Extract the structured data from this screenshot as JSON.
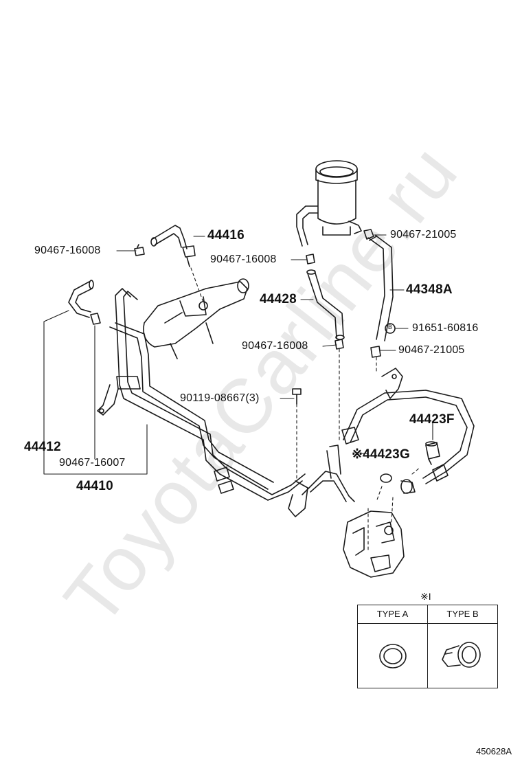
{
  "watermark": "ToyotaCarline.ru",
  "part_numbers": {
    "p44416": "44416",
    "p90467_16008_top": "90467-16008",
    "p90467_16008_mid": "90467-16008",
    "p90467_16008_low": "90467-16008",
    "p90467_21005_top": "90467-21005",
    "p90467_21005_low": "90467-21005",
    "p44348A": "44348A",
    "p44428": "44428",
    "p91651_60816": "91651-60816",
    "p90119_08667": "90119-08667(3)",
    "p44423F": "44423F",
    "p44423G": "※44423G",
    "p44412": "44412",
    "p90467_16007": "90467-16007",
    "p44410": "44410"
  },
  "bolt_marker": "B",
  "legend": {
    "note": "※I",
    "type_a": "TYPE A",
    "type_b": "TYPE B"
  },
  "figure_code": "450628A"
}
